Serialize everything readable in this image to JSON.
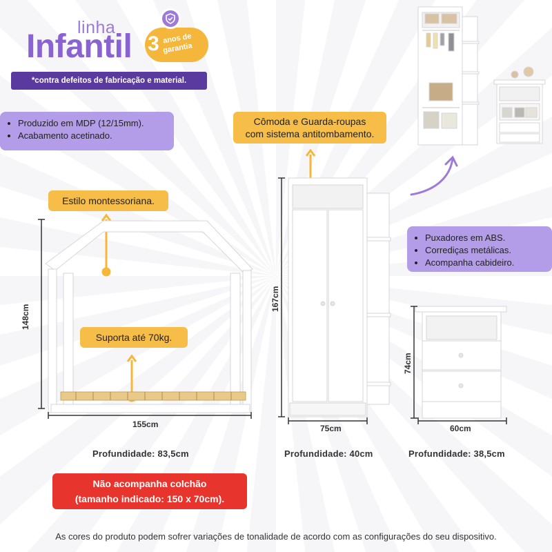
{
  "header": {
    "logo_line1": "linha",
    "logo_line2": "Infantil",
    "warranty_number": "3",
    "warranty_line1": "anos de",
    "warranty_line2": "garantia",
    "defect_note": "*contra defeitos de fabricação e material."
  },
  "features_material": [
    "Produzido em MDP (12/15mm).",
    "Acabamento acetinado."
  ],
  "features_hardware": [
    "Puxadores em ABS.",
    "Corrediças metálicas.",
    "Acompanha cabideiro."
  ],
  "callouts": {
    "style": "Estilo montessoriana.",
    "support": "Suporta até 70kg.",
    "antitip_line1": "Cômoda e Guarda-roupas",
    "antitip_line2": "com sistema antitombamento."
  },
  "bed": {
    "height": "148cm",
    "width": "155cm",
    "depth": "Profundidade: 83,5cm"
  },
  "wardrobe": {
    "height": "167cm",
    "width": "75cm",
    "depth": "Profundidade: 40cm"
  },
  "dresser": {
    "height": "74cm",
    "width": "60cm",
    "depth": "Profundidade: 38,5cm"
  },
  "mattress_notice": {
    "line1": "Não acompanha colchão",
    "line2": "(tamanho indicado: 150 x 70cm)."
  },
  "footer": "As cores do produto podem sofrer variações de tonalidade de acordo com as configurações do seu dispositivo.",
  "colors": {
    "purple": "#8a63d2",
    "lilac": "#b39ce8",
    "yellow": "#f6bd48",
    "red": "#e7342d",
    "dark_purple": "#5b3aa0"
  }
}
